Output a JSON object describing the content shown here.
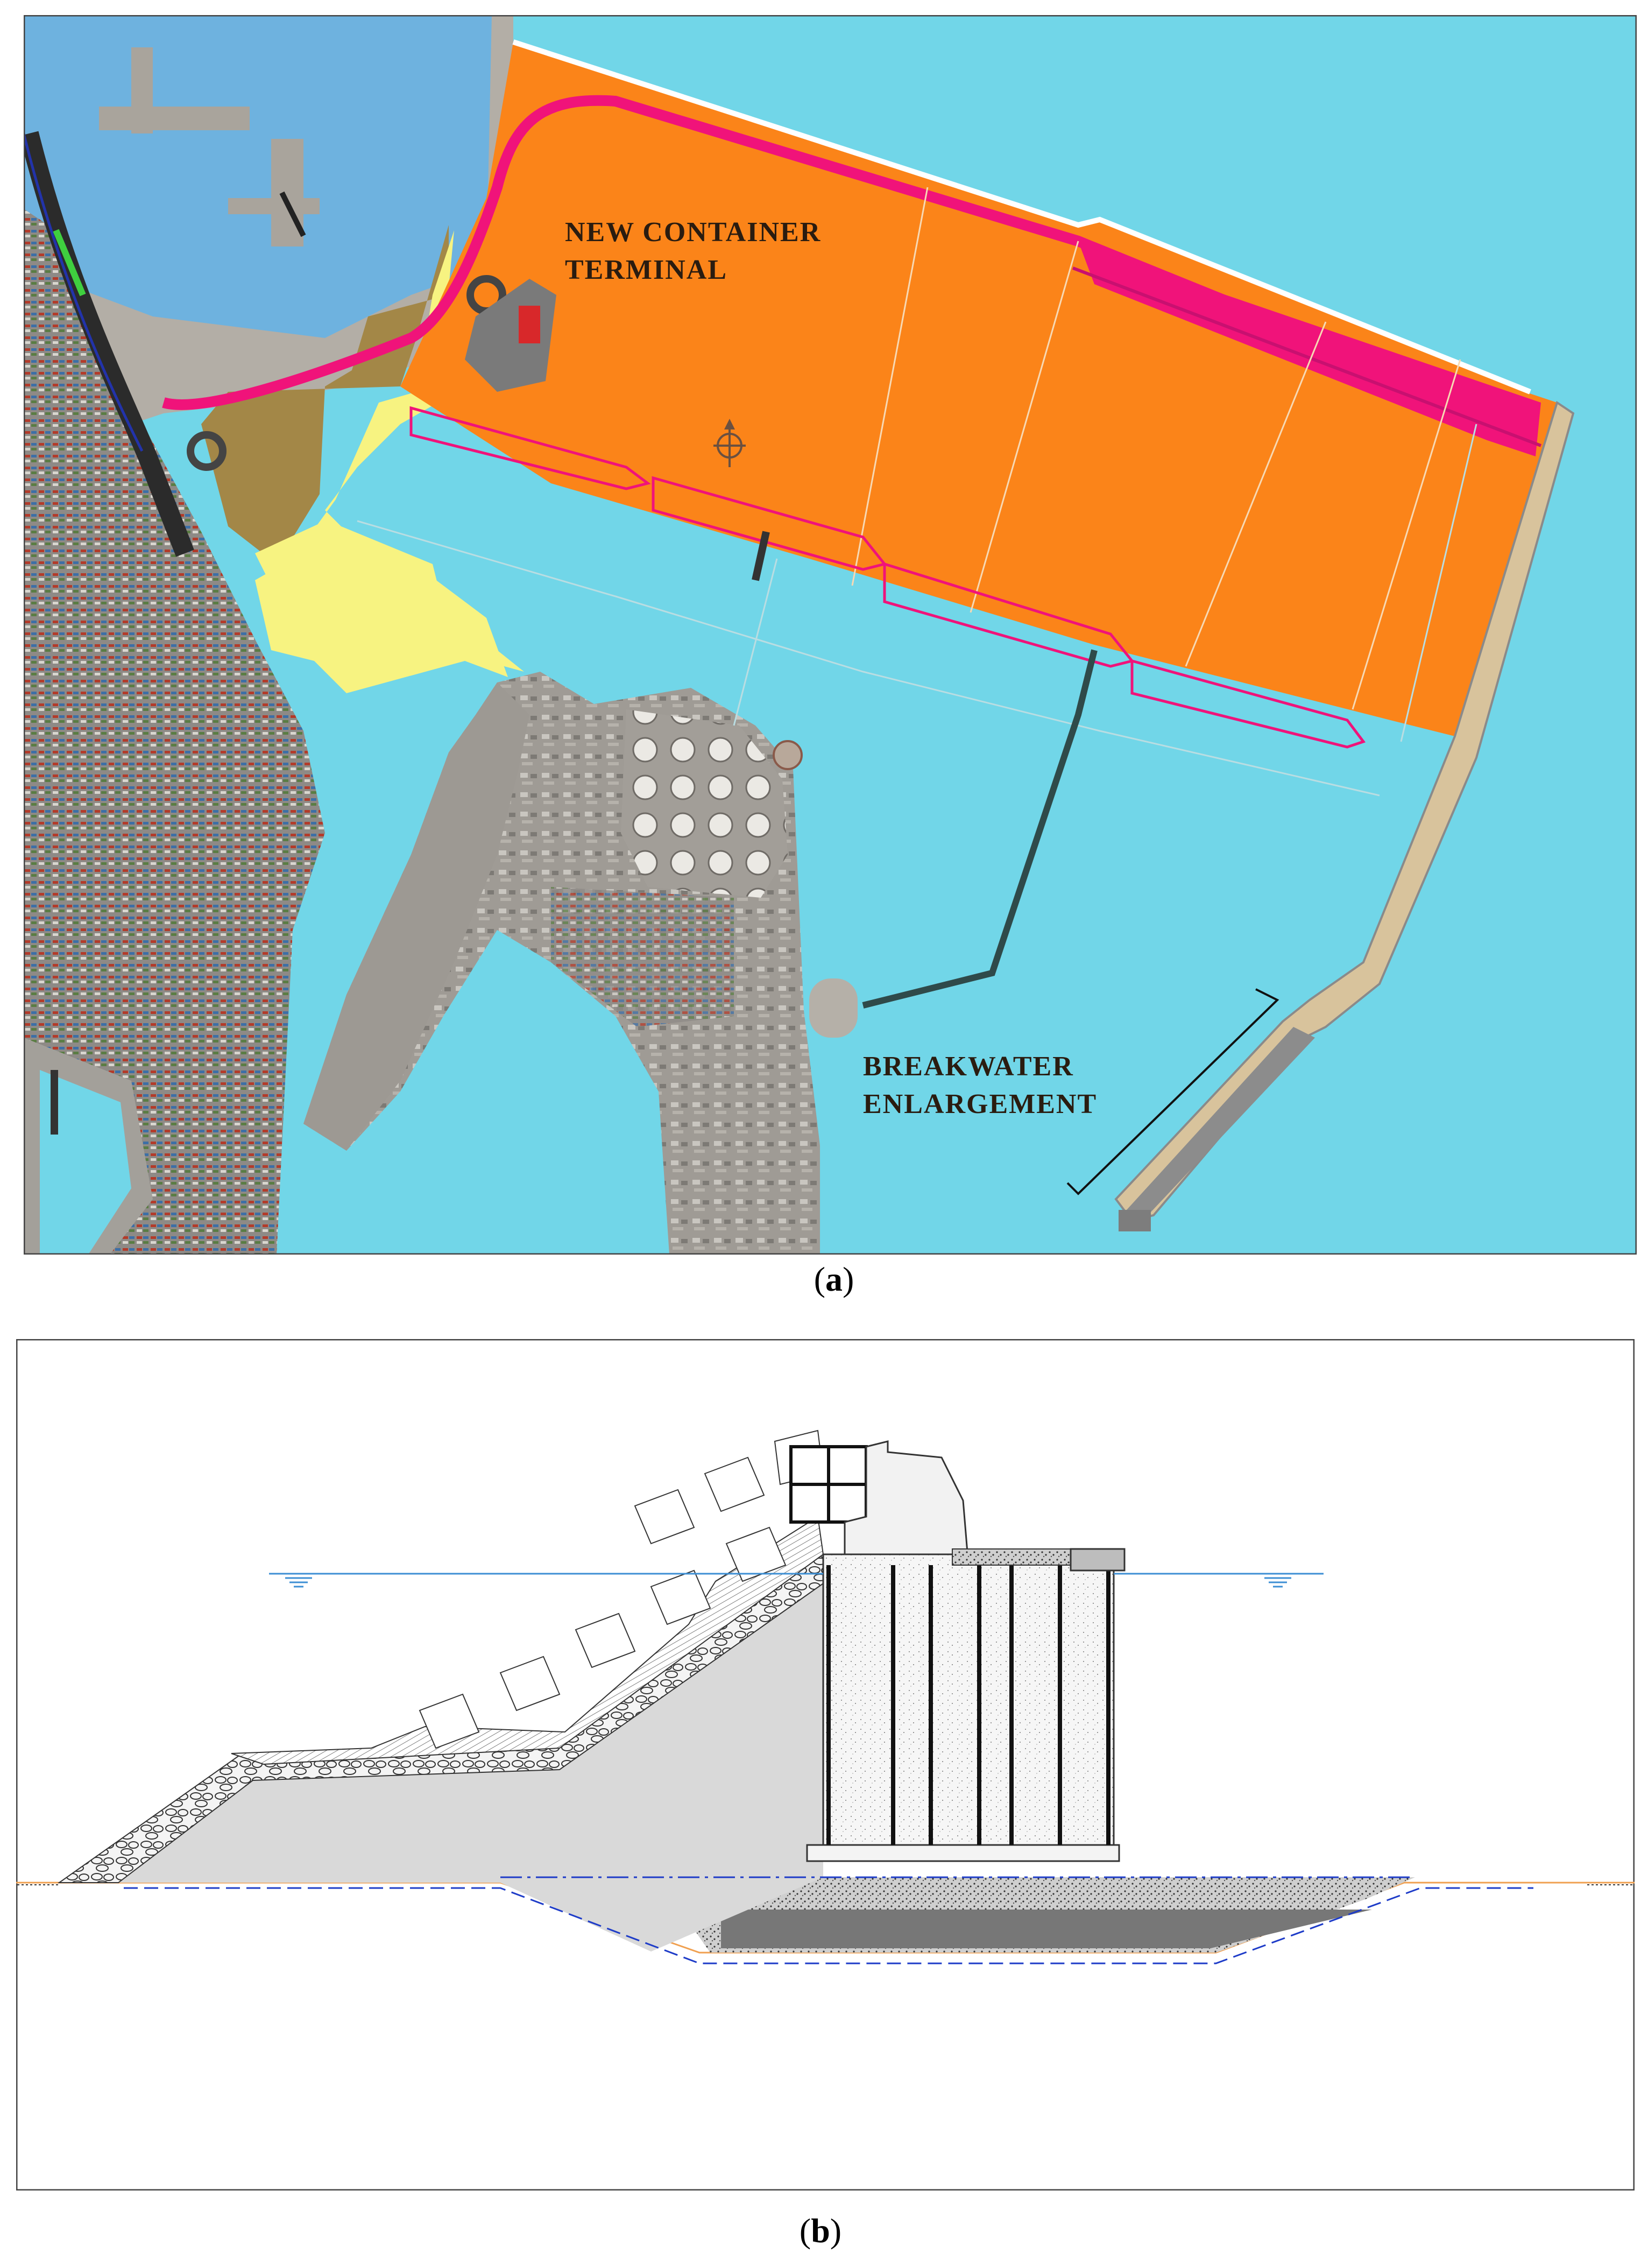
{
  "panel_a": {
    "caption_open": "(",
    "caption_letter": "a",
    "caption_close": ")",
    "labels": {
      "terminal_line1": "NEW CONTAINER",
      "terminal_line2": "TERMINAL",
      "breakwater_line1": "BREAKWATER",
      "breakwater_line2": "ENLARGEMENT"
    },
    "colors": {
      "sea": "#71D6E8",
      "inner_basin": "#6EB2DF",
      "terminal_fill": "#FB8419",
      "yellow_fill": "#F7F381",
      "brown_fill": "#A38747",
      "magenta_line": "#F0137A",
      "land": "#A7A39C"
    }
  },
  "panel_b": {
    "caption_open": "(",
    "caption_letter": "b",
    "caption_close": ")",
    "colors": {
      "water_line": "#3D8FD4",
      "seabed_line": "#F0A050",
      "dashed_line": "#1E3CC8",
      "core_fill": "#D9D9D9",
      "foundation_fill": "#777777"
    }
  }
}
